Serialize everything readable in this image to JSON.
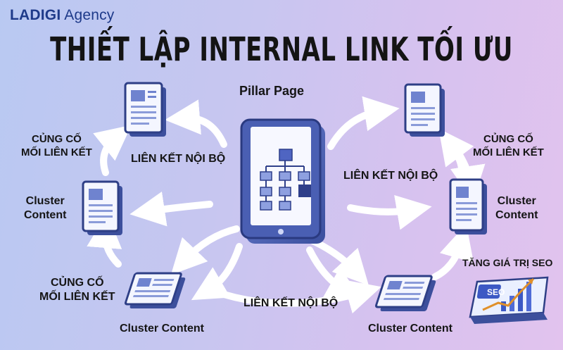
{
  "brand": {
    "part1": "LADIGI",
    "part2": "Agency"
  },
  "title": "THIẾT LẬP INTERNAL LINK TỐI ƯU",
  "pillar": {
    "label": "Pillar Page"
  },
  "links": {
    "top_left": "LIÊN KẾT NỘI BỘ",
    "right": "LIÊN KẾT NỘI BỘ",
    "bottom": "LIÊN KẾT NỘI BỘ"
  },
  "reinforce": {
    "top_left": [
      "CỦNG CỐ",
      "MỐI LIÊN KẾT"
    ],
    "top_right": [
      "CỦNG CỐ",
      "MỐI LIÊN KẾT"
    ],
    "bottom_left": [
      "CỦNG CỐ",
      "MỐI LIÊN KẾT"
    ]
  },
  "clusters": {
    "left": [
      "Cluster",
      "Content"
    ],
    "right": [
      "Cluster",
      "Content"
    ],
    "bottom_left": "Cluster Content",
    "bottom_right": "Cluster Content"
  },
  "seo": {
    "label": "TĂNG GIÁ TRỊ SEO",
    "badge": "SEO"
  },
  "icons": [
    "document-icon",
    "tablet-icon",
    "sitemap-icon",
    "seo-chart-icon",
    "arrow-icon"
  ]
}
